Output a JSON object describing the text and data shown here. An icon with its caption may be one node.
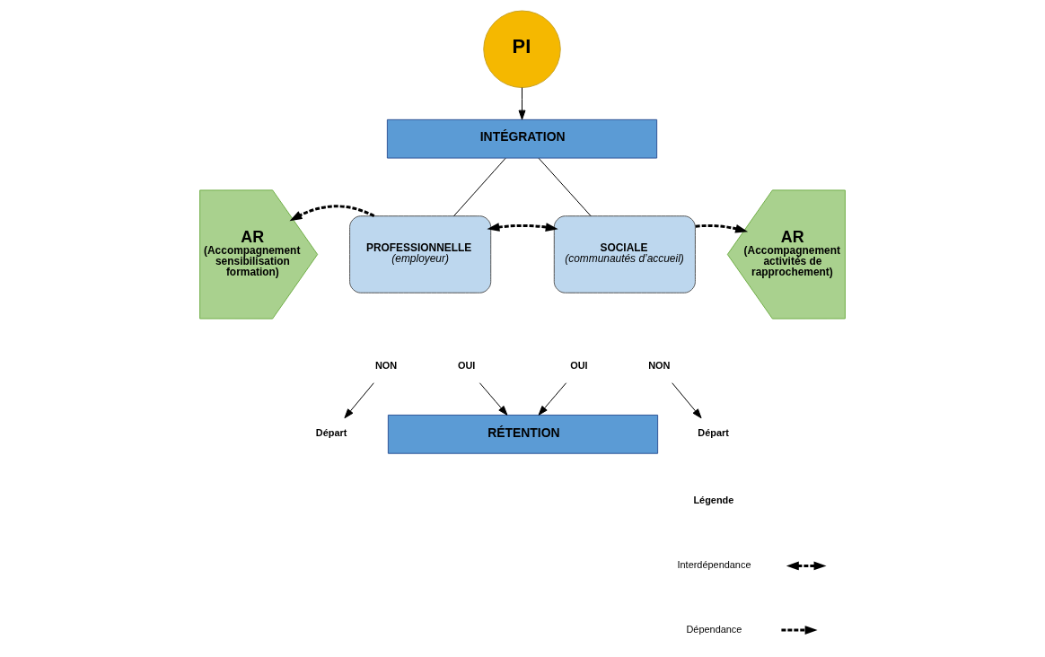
{
  "diagram": {
    "nodes": [
      {
        "text": [
          "PI"
        ]
      },
      {
        "text": [
          "INTÉGRATION"
        ]
      },
      {
        "text": [
          "PROFESSIONNELLE",
          "(employeur)"
        ]
      },
      {
        "text": [
          "SOCIALE",
          "(communautés d’accueil)"
        ]
      },
      {
        "text": [
          "AR",
          "(Accompagnement sensibilisation formation)"
        ]
      },
      {
        "text": [
          "AR",
          "(Accompagnement activités de rapprochement)"
        ]
      },
      {
        "text": [
          "NON"
        ]
      },
      {
        "text": [
          "Départ"
        ]
      },
      {
        "text": [
          "OUI"
        ]
      },
      {
        "text": [
          "OUI"
        ]
      },
      {
        "text": [
          "RÉTENTION"
        ]
      },
      {
        "text": [
          "NON"
        ]
      },
      {
        "text": [
          "Départ"
        ]
      }
    ],
    "edges": [
      {
        "from": 0,
        "to": 1,
        "arrow": "to"
      },
      {
        "from": 1,
        "to": 2,
        "arrow": "none"
      },
      {
        "from": 1,
        "to": 3,
        "arrow": "none"
      },
      {
        "from": 2,
        "to": 4,
        "arrow": "to",
        "style": "dashed"
      },
      {
        "from": 2,
        "to": 3,
        "arrow": "both",
        "style": "dashed"
      },
      {
        "from": 3,
        "to": 5,
        "arrow": "to",
        "style": "dashed"
      },
      {
        "from": 6,
        "to": 7,
        "arrow": "to"
      },
      {
        "from": 8,
        "to": 10,
        "arrow": "to"
      },
      {
        "from": 9,
        "to": 10,
        "arrow": "to"
      },
      {
        "from": 11,
        "to": 12,
        "arrow": "to"
      }
    ],
    "labels": [
      "Légende"
    ],
    "legend": [
      {
        "text": "Interdépendance"
      },
      {
        "text": "Dépendance"
      }
    ]
  }
}
